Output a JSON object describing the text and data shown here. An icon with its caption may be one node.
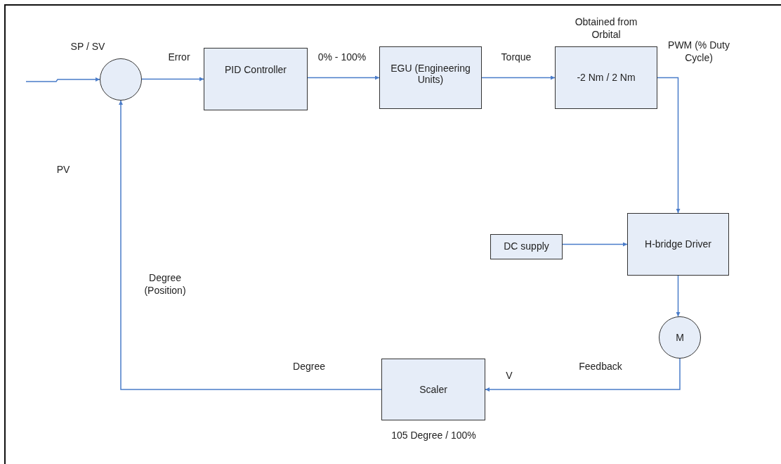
{
  "diagram": {
    "nodes": [
      {
        "text": [],
        "shape": "circle"
      },
      {
        "text": [
          "PID Controller"
        ]
      },
      {
        "text": [
          "EGU (Engineering Units)"
        ]
      },
      {
        "text": [
          "-2 Nm / 2 Nm"
        ],
        "beside": [
          "Obtained from Orbital"
        ]
      },
      {
        "text": [
          "H-bridge Driver"
        ]
      },
      {
        "text": [
          "DC supply"
        ]
      },
      {
        "text": [
          "M"
        ]
      },
      {
        "text": [
          "Scaler"
        ],
        "beside": [
          "105 Degree / 100%"
        ]
      }
    ],
    "edges": [
      {
        "from": null,
        "to": 0,
        "arrow": "to",
        "label": "SP / SV"
      },
      {
        "from": 0,
        "to": 1,
        "arrow": "to",
        "label": "Error"
      },
      {
        "from": 1,
        "to": 2,
        "arrow": "to",
        "label": "0% - 100%"
      },
      {
        "from": 2,
        "to": 3,
        "arrow": "to",
        "label": "Torque"
      },
      {
        "from": 3,
        "to": 4,
        "arrow": "to",
        "label": "PWM (% Duty Cycle)"
      },
      {
        "from": 5,
        "to": 4,
        "arrow": "to"
      },
      {
        "from": 4,
        "to": 6,
        "arrow": "to"
      },
      {
        "from": 6,
        "to": 7,
        "arrow": "to",
        "label": "Feedback"
      },
      {
        "from": 7,
        "to": 0,
        "arrow": "to",
        "label": "Degree"
      }
    ],
    "labels": [
      "PV",
      "Degree (Position)",
      "V"
    ]
  }
}
